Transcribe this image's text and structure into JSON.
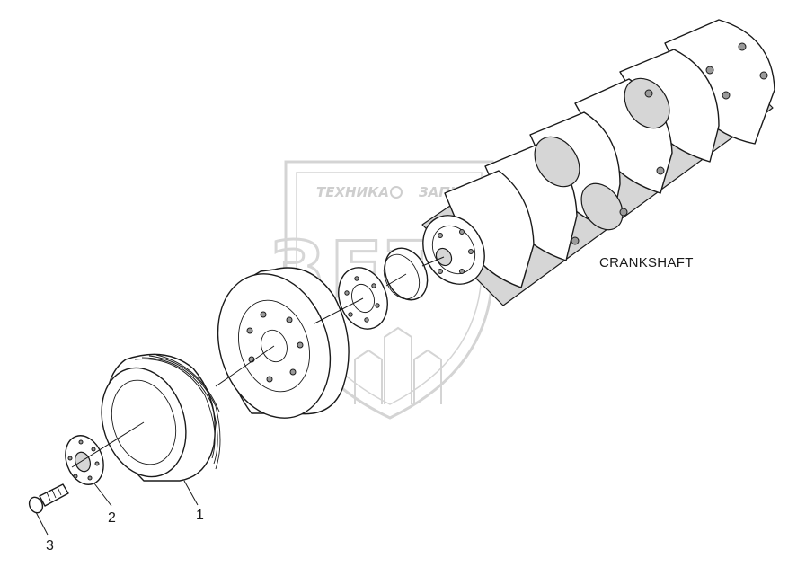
{
  "callouts": {
    "pulley": "1",
    "washer": "2",
    "bolt": "3"
  },
  "labels": {
    "crankshaft": "CRANKSHAFT"
  },
  "watermark": {
    "left_text": "ТЕХНИКА",
    "right_text": "ЗАПЧАСТИ",
    "emblem_text": "ЗЕТ"
  },
  "colors": {
    "line": "#1a1a1a",
    "shade": "#d6d6d6",
    "watermark": "#c9c9c9"
  }
}
